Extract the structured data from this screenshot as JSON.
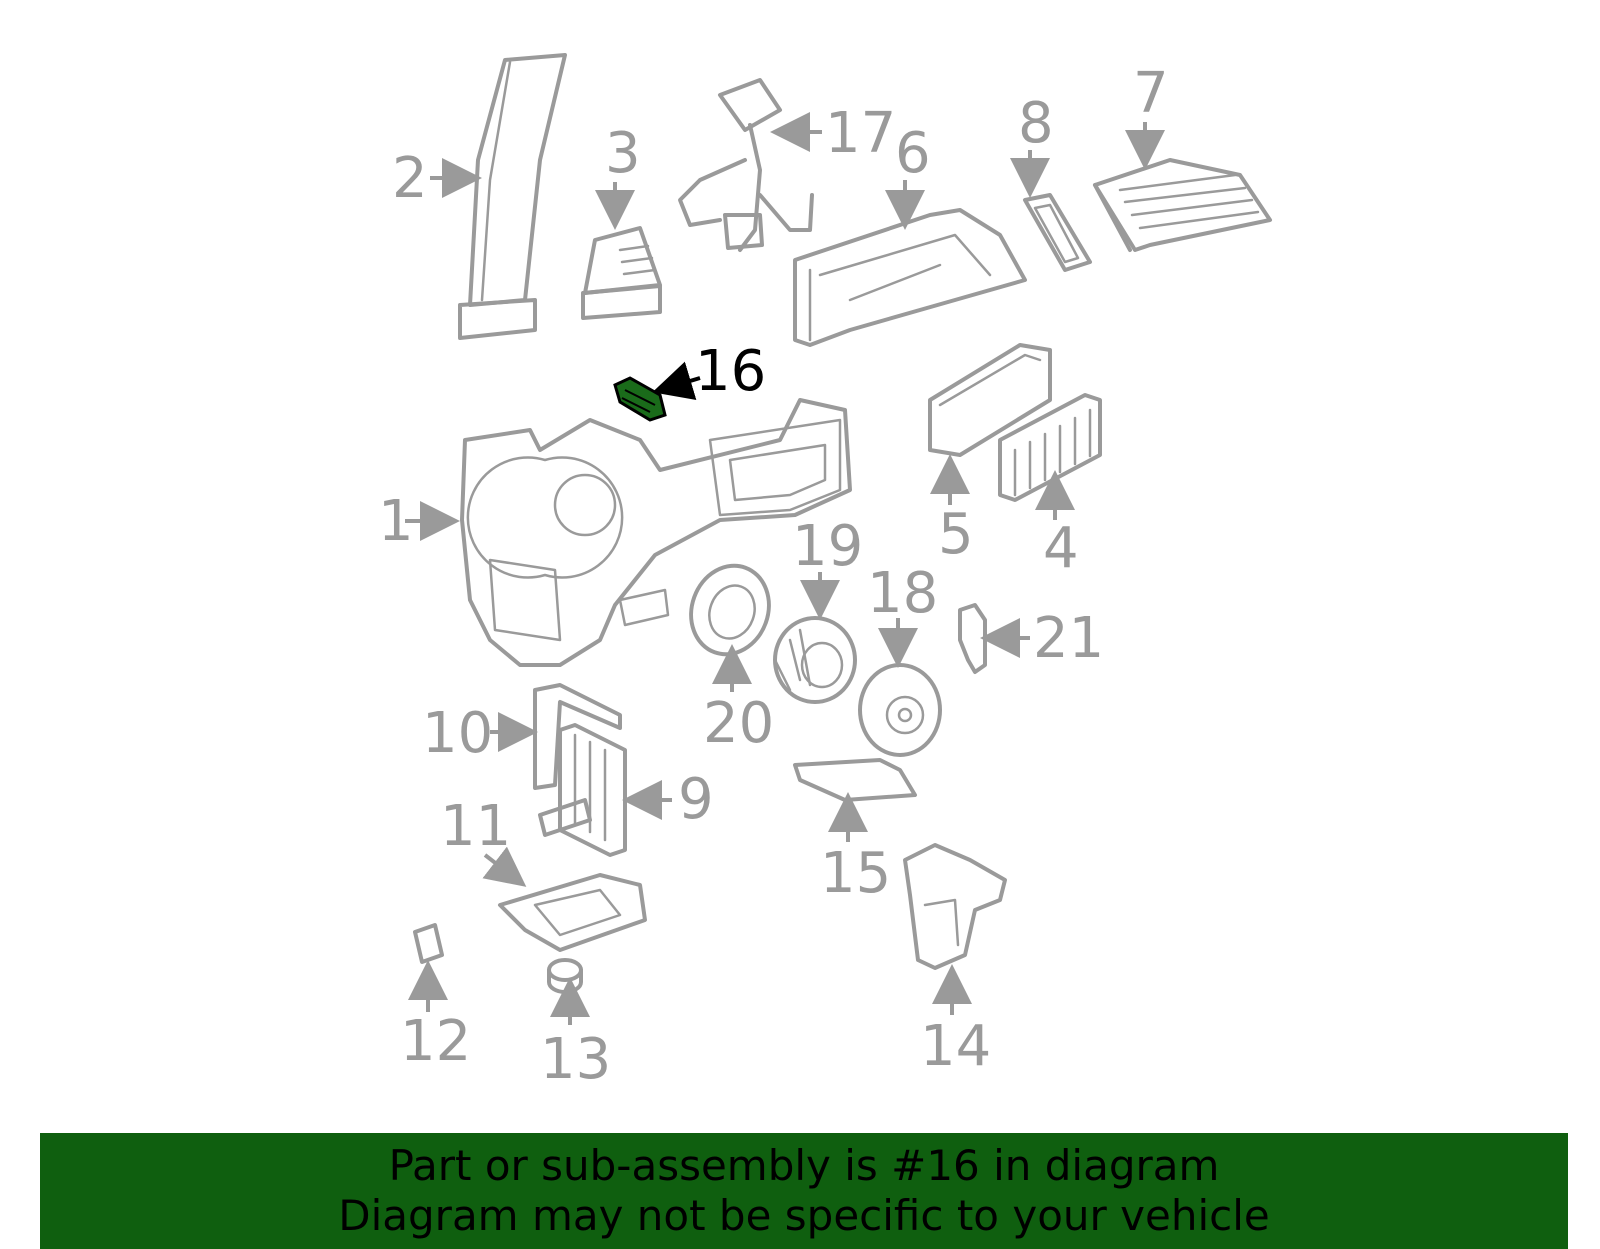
{
  "highlight_color": "#1a6b1a",
  "banner_color": "#0f5f0f",
  "callouts": {
    "c1": "1",
    "c2": "2",
    "c3": "3",
    "c4": "4",
    "c5": "5",
    "c6": "6",
    "c7": "7",
    "c8": "8",
    "c9": "9",
    "c10": "10",
    "c11": "11",
    "c12": "12",
    "c13": "13",
    "c14": "14",
    "c15": "15",
    "c16": "16",
    "c17": "17",
    "c18": "18",
    "c19": "19",
    "c20": "20",
    "c21": "21"
  },
  "banner": {
    "line1": "Part or sub-assembly is #16 in diagram",
    "line2": "Diagram may not be specific to your vehicle"
  }
}
